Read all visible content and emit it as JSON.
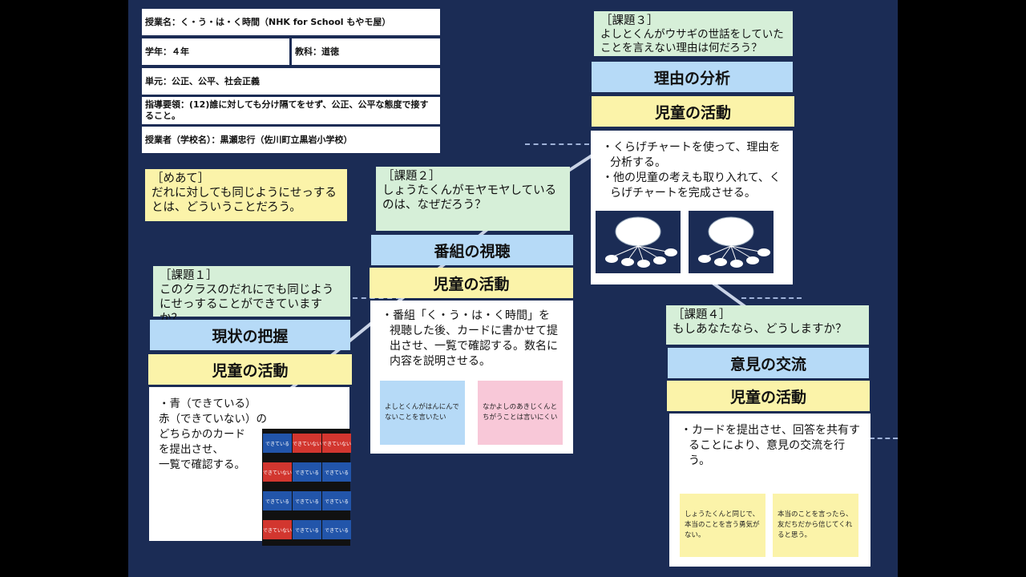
{
  "info": {
    "lesson": "授業名：く・う・は・く時間（NHK for School もやモ屋）",
    "grade": "学年：４年",
    "subject": "教科：道徳",
    "unit": "単元：公正、公平、社会正義",
    "guideline": "指導要領：(12)誰に対しても分け隔てをせず、公正、公平な態度で接すること。",
    "teacher": "授業者（学校名）：黒瀬忠行（佐川町立黒岩小学校）"
  },
  "aim": {
    "label": "［めあて］",
    "text": "だれに対しても同じようにせっするとは、どういうことだろう。"
  },
  "task1": {
    "label": "［課題１］",
    "question": "このクラスのだれにでも同じようにせっすることができていますか？",
    "stage": "現状の把握",
    "activity_head": "児童の活動",
    "activity": "・青（できている）\n赤（できていない）の\nどちらかのカード\nを提出させ、\n一覧で確認する。",
    "card_ok": "できている",
    "card_ng": "できていない"
  },
  "task2": {
    "label": "［課題２］",
    "question": "しょうたくんがモヤモヤしているのは、なぜだろう？",
    "stage": "番組の視聴",
    "activity_head": "児童の活動",
    "activity": "番組「く・う・は・く時間」を視聴した後、カードに書かせて提出させ、一覧で確認する。数名に内容を説明させる。",
    "note_blue": "よしとくんがはんにんでないことを言いたい",
    "note_pink": "なかよしのあきじくんとちがうことは言いにくい"
  },
  "task3": {
    "label": "［課題３］",
    "question": "よしとくんがウサギの世話をしていたことを言えない理由は何だろう？",
    "stage": "理由の分析",
    "activity_head": "児童の活動",
    "activity1": "くらげチャートを使って、理由を分析する。",
    "activity2": "他の児童の考えも取り入れて、くらげチャートを完成させる。"
  },
  "task4": {
    "label": "［課題４］",
    "question": "もしあなたなら、どうしますか？",
    "stage": "意見の交流",
    "activity_head": "児童の活動",
    "activity": "カードを提出させ、回答を共有することにより、意見の交流を行う。",
    "note1": "しょうたくんと同じで、本当のことを言う勇気がない。",
    "note2": "本当のことを言ったら、友だちだから信じてくれると思う。"
  },
  "colors": {
    "background": "#1b2c55",
    "blue_head": "#b6daf7",
    "yellow": "#fbf3a9",
    "green": "#d6efd8",
    "card_blue": "#2255aa",
    "card_red": "#d2362f"
  }
}
